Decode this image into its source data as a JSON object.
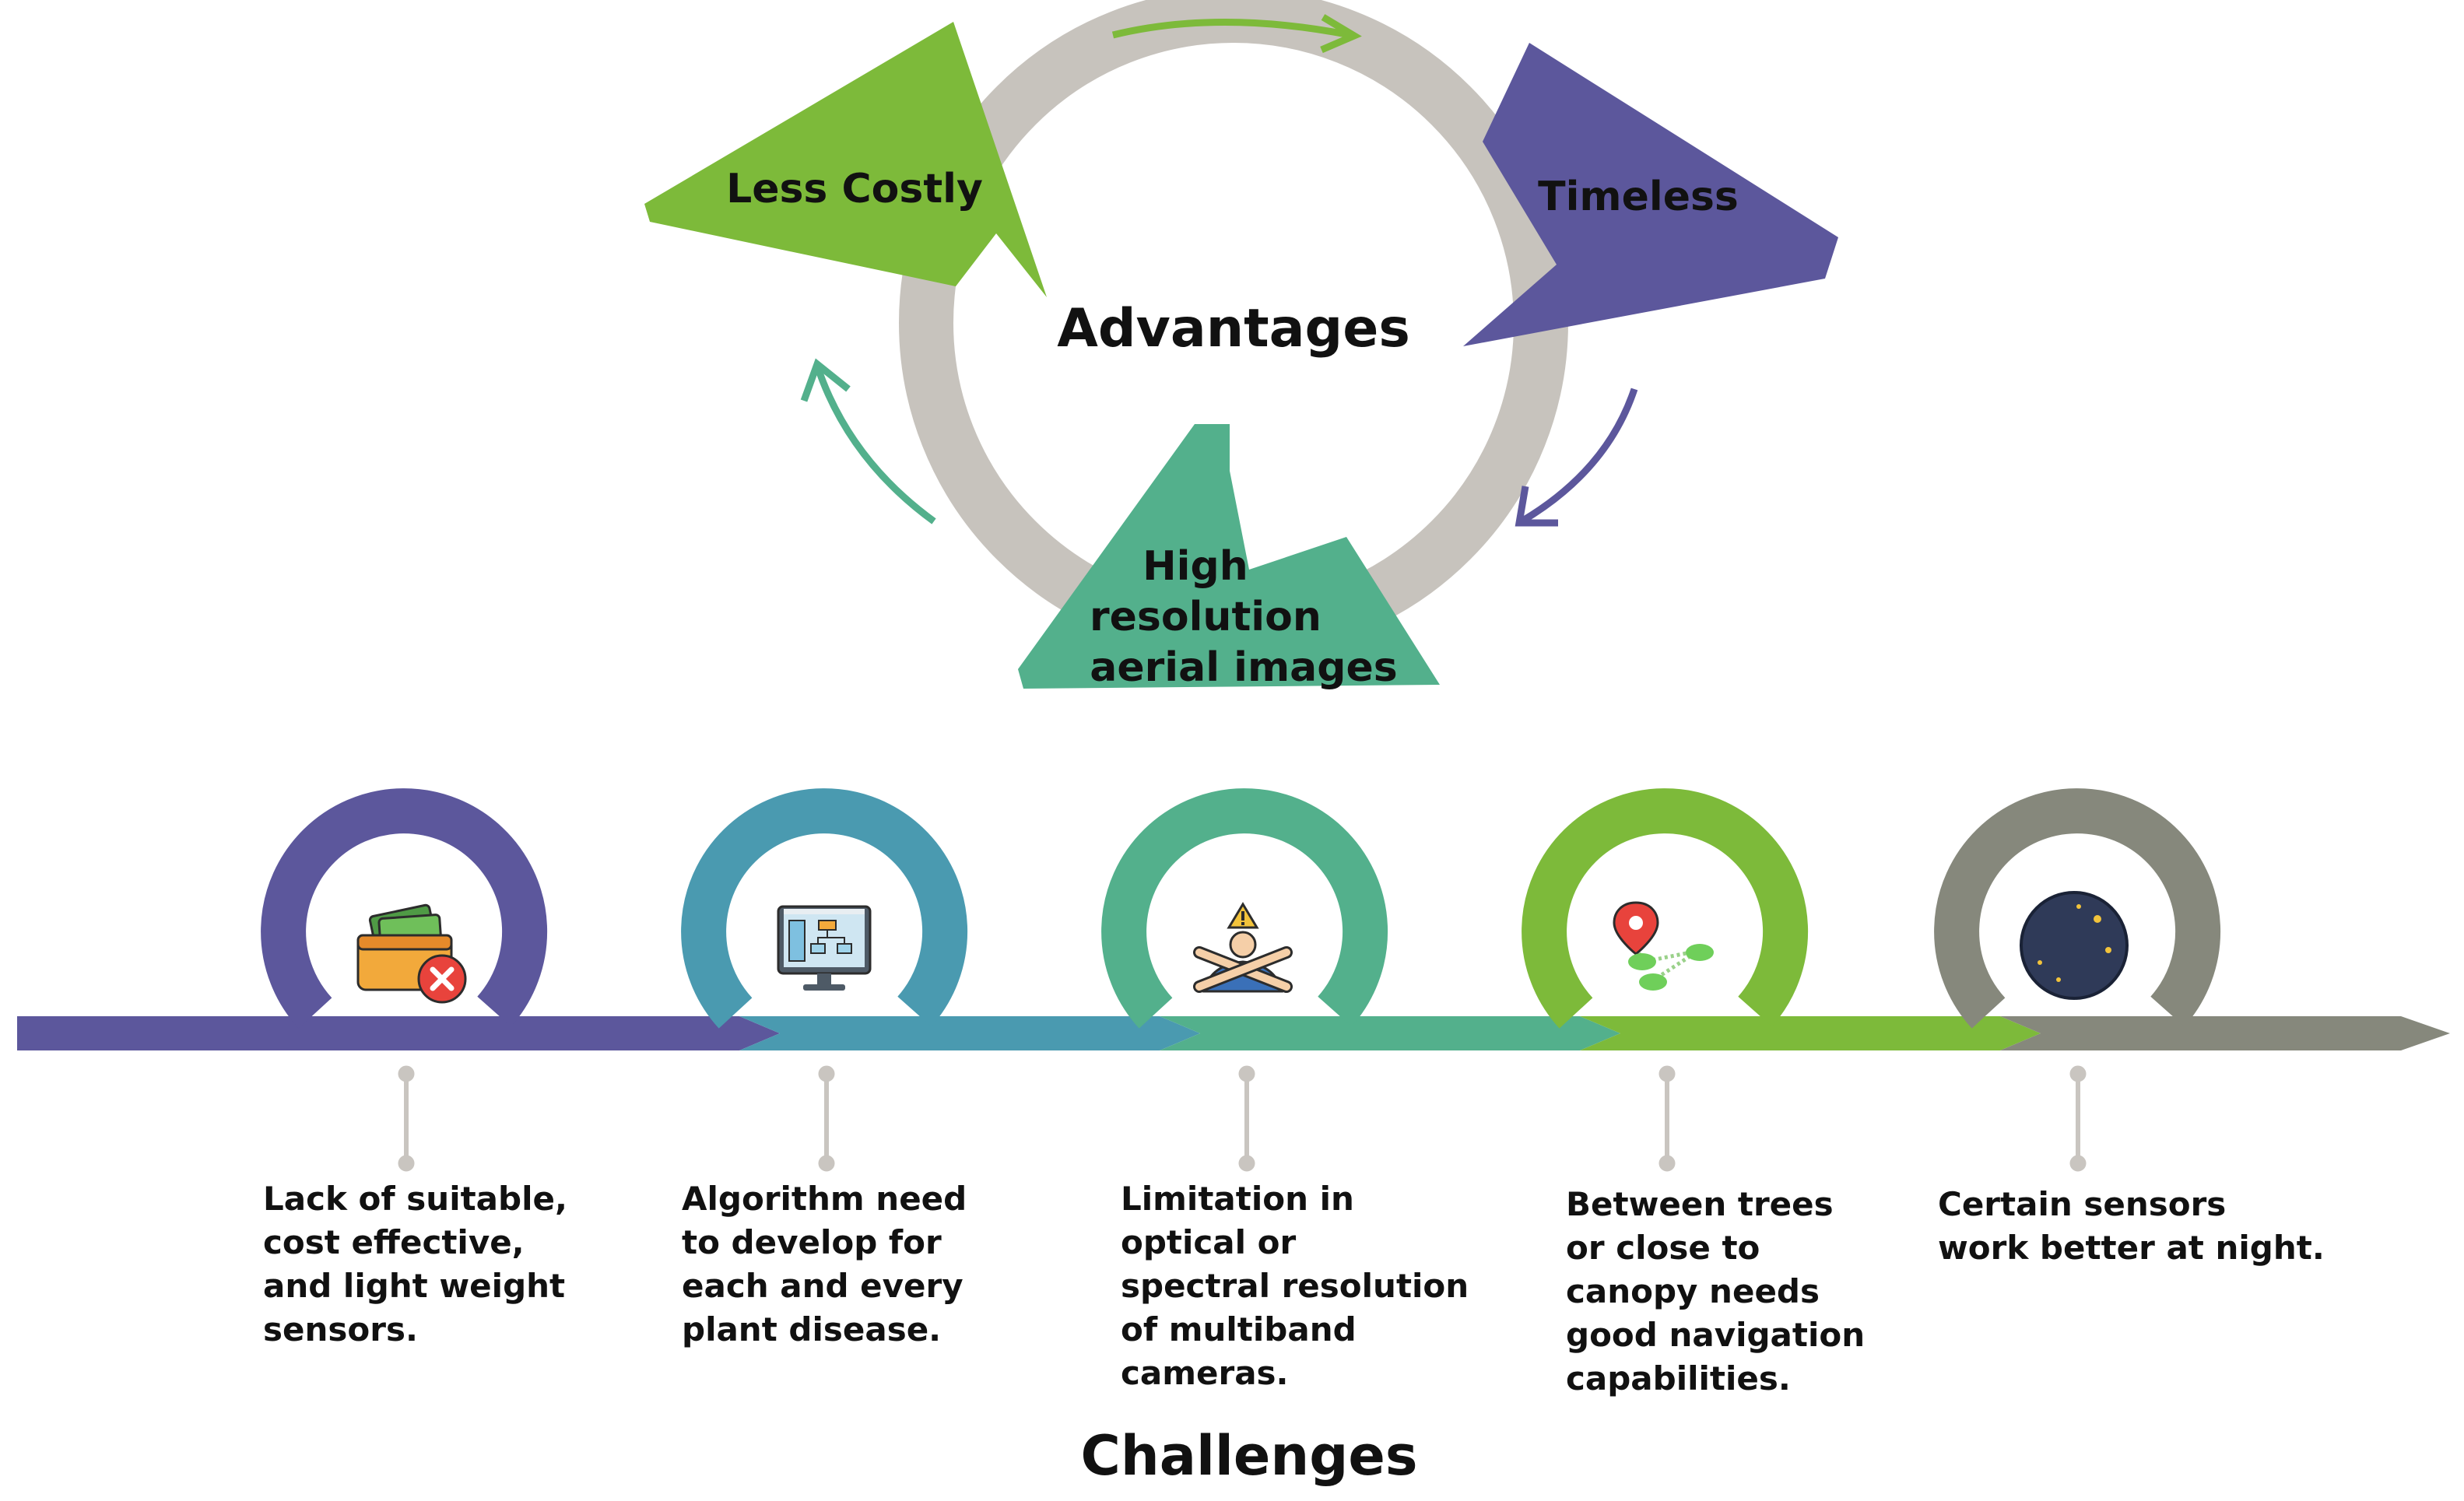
{
  "advantages": {
    "title": "Advantages",
    "items": [
      {
        "lines": [
          "Less Costly"
        ],
        "color": "#7dba3a"
      },
      {
        "lines": [
          "Timeless"
        ],
        "color": "#5c579c"
      },
      {
        "lines": [
          "High",
          "resolution",
          "aerial images"
        ],
        "color": "#53b08c"
      }
    ],
    "ring_color": "#c7c3bd"
  },
  "challenges": {
    "title": "Challenges",
    "items": [
      {
        "icon": "wallet-cancel-icon",
        "color": "#5c579c",
        "lines": [
          "Lack of suitable,",
          "cost effective,",
          "and light weight",
          "sensors."
        ]
      },
      {
        "icon": "computer-algorithm-icon",
        "color": "#4a9ab0",
        "lines": [
          "Algorithm need",
          "to develop for",
          "each and every",
          "plant disease."
        ]
      },
      {
        "icon": "warning-crossed-arms-icon",
        "color": "#53b08c",
        "lines": [
          "Limitation in",
          "optical or",
          "spectral resolution",
          "of multiband",
          "cameras."
        ]
      },
      {
        "icon": "map-route-icon",
        "color": "#7dba3a",
        "lines": [
          "Between trees",
          "or close to",
          "canopy needs",
          "good navigation",
          "capabilities."
        ]
      },
      {
        "icon": "moon-night-icon",
        "color": "#86887c",
        "lines": [
          "Certain sensors",
          "work better at night."
        ]
      }
    ]
  }
}
